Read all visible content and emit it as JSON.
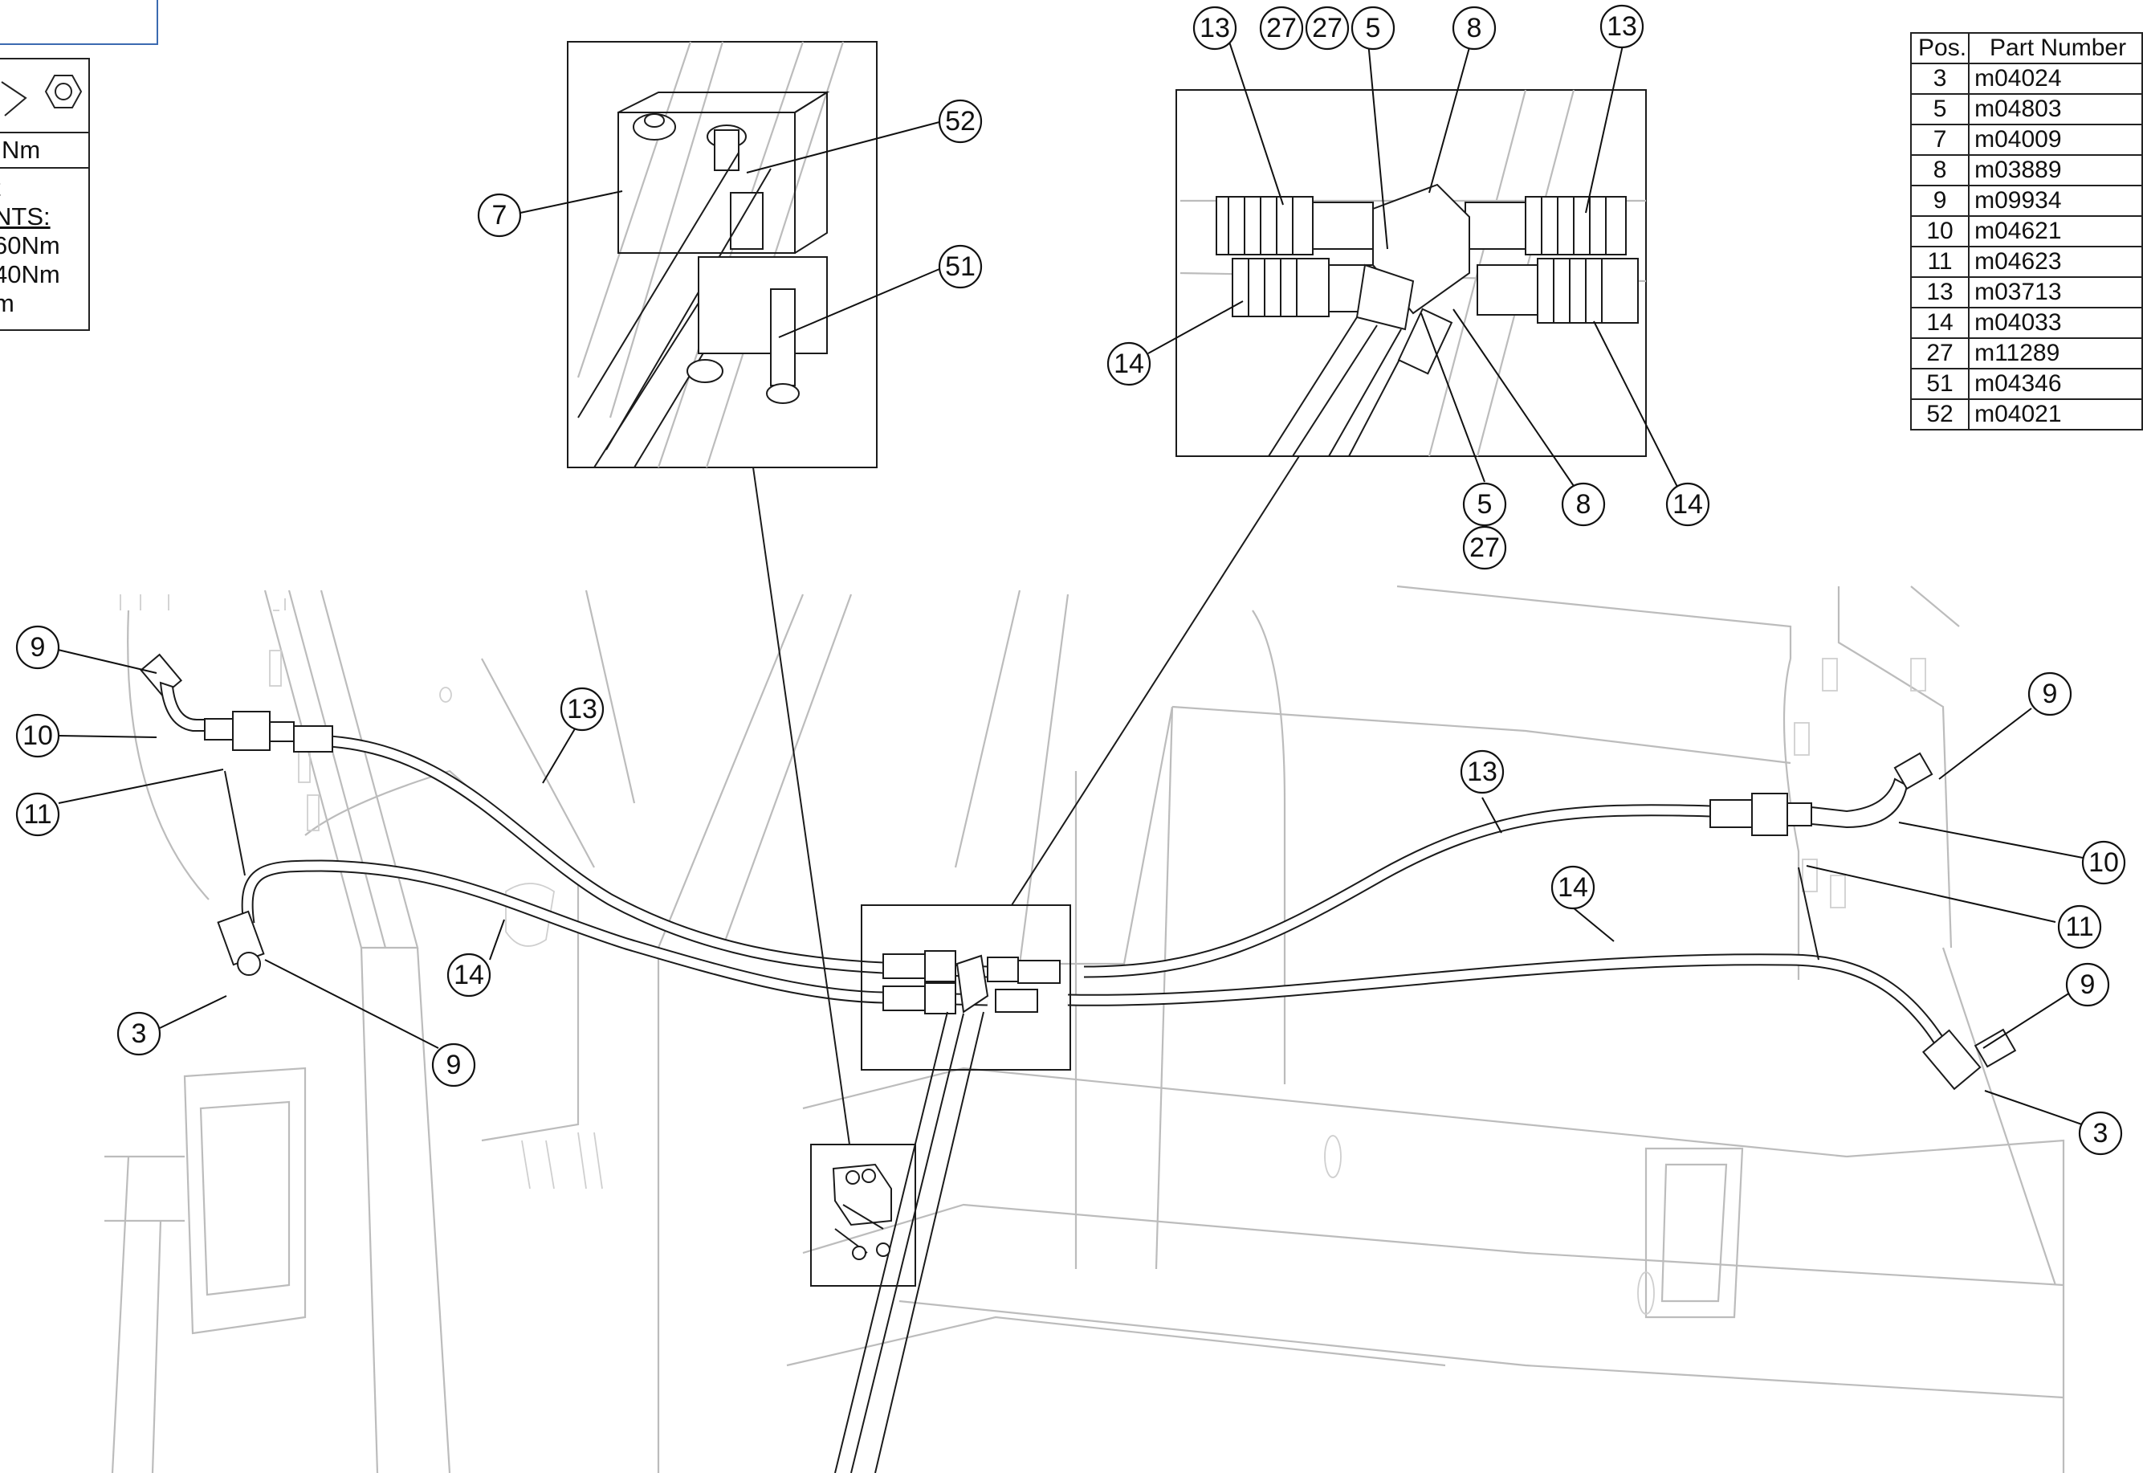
{
  "torque_panel": {
    "icon": "nut-icon",
    "fitting_torque": "Nm",
    "notes": [
      "t",
      "NTS:",
      "60Nm",
      "40Nm",
      "m"
    ]
  },
  "parts_table": {
    "headers": [
      "Pos.",
      "Part Number"
    ],
    "rows": [
      {
        "pos": "3",
        "part": "m04024"
      },
      {
        "pos": "5",
        "part": "m04803"
      },
      {
        "pos": "7",
        "part": "m04009"
      },
      {
        "pos": "8",
        "part": "m03889"
      },
      {
        "pos": "9",
        "part": "m09934"
      },
      {
        "pos": "10",
        "part": "m04621"
      },
      {
        "pos": "11",
        "part": "m04623"
      },
      {
        "pos": "13",
        "part": "m03713"
      },
      {
        "pos": "14",
        "part": "m04033"
      },
      {
        "pos": "27",
        "part": "m11289"
      },
      {
        "pos": "51",
        "part": "m04346"
      },
      {
        "pos": "52",
        "part": "m04021"
      }
    ]
  },
  "detail_views": {
    "clamp_detail": {
      "balloons": [
        "7",
        "52",
        "51"
      ]
    },
    "tee_detail": {
      "balloons": [
        "13",
        "27",
        "27",
        "5",
        "8",
        "13",
        "14",
        "5",
        "27",
        "8",
        "14"
      ]
    }
  },
  "main_view": {
    "balloons": [
      "9",
      "10",
      "11",
      "3",
      "9",
      "13",
      "14",
      "13",
      "14",
      "9",
      "10",
      "11",
      "9",
      "3"
    ]
  },
  "colors": {
    "line": "#1b1b1b",
    "frame": "#bcbcbc",
    "title_block_border": "#3b6ab0"
  }
}
